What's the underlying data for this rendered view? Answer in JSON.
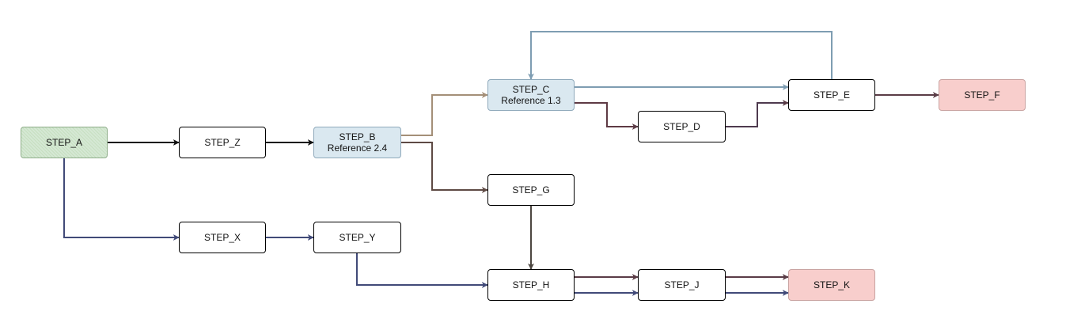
{
  "nodes": {
    "step_a": {
      "label": "STEP_A"
    },
    "step_z": {
      "label": "STEP_Z"
    },
    "step_b": {
      "label": "STEP_B",
      "sublabel": "Reference 2.4"
    },
    "step_c": {
      "label": "STEP_C",
      "sublabel": "Reference 1.3"
    },
    "step_d": {
      "label": "STEP_D"
    },
    "step_e": {
      "label": "STEP_E"
    },
    "step_f": {
      "label": "STEP_F"
    },
    "step_g": {
      "label": "STEP_G"
    },
    "step_x": {
      "label": "STEP_X"
    },
    "step_y": {
      "label": "STEP_Y"
    },
    "step_h": {
      "label": "STEP_H"
    },
    "step_j": {
      "label": "STEP_J"
    },
    "step_k": {
      "label": "STEP_K"
    }
  },
  "edges": [
    {
      "from": "STEP_A",
      "to": "STEP_Z",
      "color": "#111111"
    },
    {
      "from": "STEP_Z",
      "to": "STEP_B",
      "color": "#111111"
    },
    {
      "from": "STEP_B",
      "to": "STEP_C",
      "color": "#a48f78"
    },
    {
      "from": "STEP_B",
      "to": "STEP_G",
      "color": "#5e4a44"
    },
    {
      "from": "STEP_C",
      "to": "STEP_E",
      "color": "#7e9db2"
    },
    {
      "from": "STEP_C",
      "to": "STEP_D",
      "color": "#5e3a44"
    },
    {
      "from": "STEP_D",
      "to": "STEP_E",
      "color": "#4e3a4e"
    },
    {
      "from": "STEP_E",
      "to": "STEP_F",
      "color": "#5a3c46"
    },
    {
      "from": "STEP_E",
      "to": "STEP_C",
      "color": "#7e9db2"
    },
    {
      "from": "STEP_A",
      "to": "STEP_X",
      "color": "#414a78"
    },
    {
      "from": "STEP_X",
      "to": "STEP_Y",
      "color": "#414a78"
    },
    {
      "from": "STEP_Y",
      "to": "STEP_H",
      "color": "#414a78"
    },
    {
      "from": "STEP_G",
      "to": "STEP_H",
      "color": "#4c4640"
    },
    {
      "from": "STEP_H",
      "to": "STEP_J",
      "color": "#5a3c46"
    },
    {
      "from": "STEP_H",
      "to": "STEP_J",
      "color": "#414a78"
    },
    {
      "from": "STEP_J",
      "to": "STEP_K",
      "color": "#5a3c46"
    },
    {
      "from": "STEP_J",
      "to": "STEP_K",
      "color": "#414a78"
    }
  ],
  "colors": {
    "start_fill": "#d5e8d4",
    "reference_fill": "#dae8f0",
    "end_fill": "#f8cecc",
    "node_fill": "#ffffff",
    "node_border": "#000000"
  }
}
